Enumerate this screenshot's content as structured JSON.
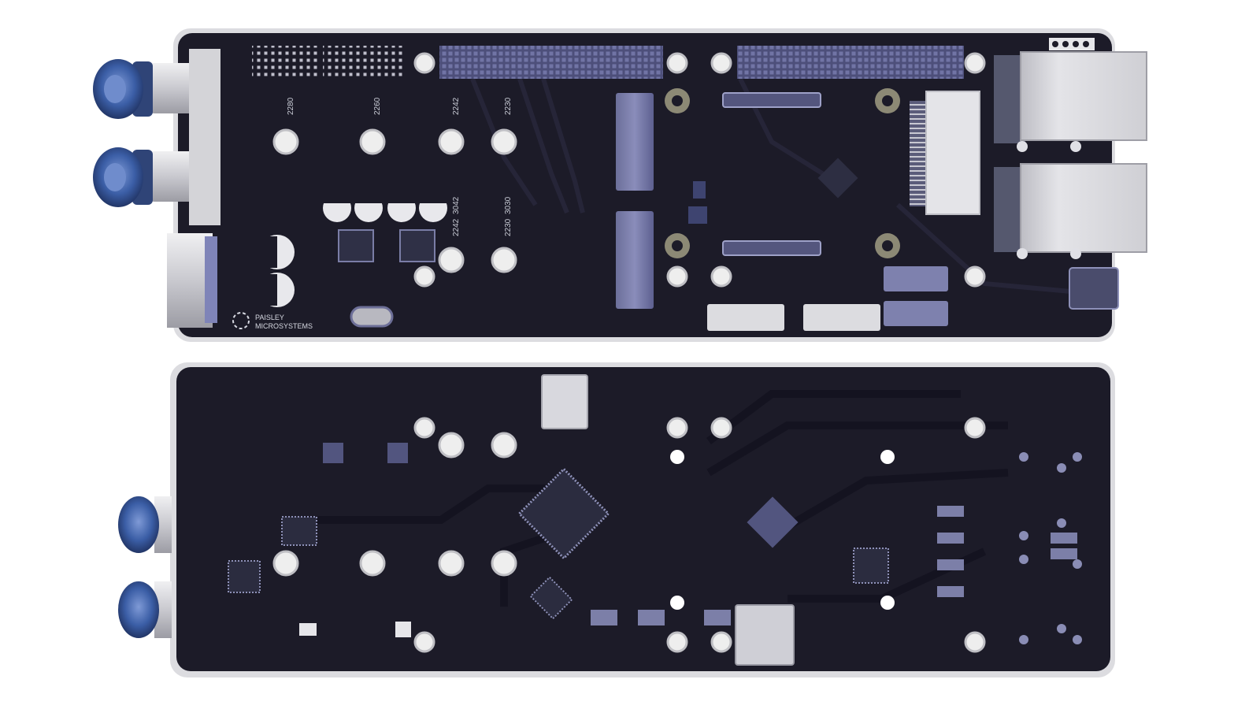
{
  "brand": {
    "line1": "PAISLEY",
    "line2": "MICROSYSTEMS"
  },
  "top_board": {
    "slot_labels": [
      "2280",
      "2260",
      "2242",
      "2230",
      "3042",
      "3030",
      "2242",
      "2230"
    ]
  },
  "colors": {
    "board": "#1c1b28",
    "board_edge": "#d9d9dd",
    "header_pins": "#5d5f8c",
    "connector_blue": "#3a5d9c",
    "metal": "#d6d6da",
    "hole": "#f2f2f2",
    "gold_pad": "#8e8a78",
    "ic": "#2a2b3a"
  },
  "icons": {
    "logo": "paisley-logo-icon"
  }
}
